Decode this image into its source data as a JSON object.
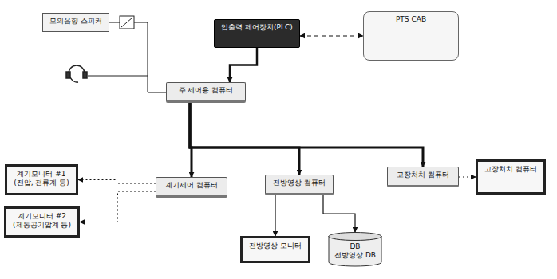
{
  "diagram": {
    "nodes": [
      {
        "text": [
          "입출력 제어장치(PLC)"
        ]
      },
      {
        "text": [
          "PTS CAB"
        ]
      },
      {
        "text": [
          "모의음향 스피커"
        ]
      },
      {
        "text": [
          "주 제어용 컴퓨터"
        ]
      },
      {
        "text": [
          "계기모니터 #1",
          "(전압, 전류계 등)"
        ]
      },
      {
        "text": [
          "계기모니터 #2",
          "(제동공기압계 등)"
        ]
      },
      {
        "text": [
          "계기제어 컴퓨터"
        ]
      },
      {
        "text": [
          "전방영상 컴퓨터"
        ]
      },
      {
        "text": [
          "전방영상 모니터"
        ]
      },
      {
        "text": [
          "DB",
          "전방영상 DB"
        ]
      },
      {
        "text": [
          "고장처치 컴퓨터"
        ]
      },
      {
        "text": [
          "고장처치 컴퓨터"
        ]
      }
    ],
    "edges": [
      {
        "from": 0,
        "to": 1,
        "arrow": "both"
      },
      {
        "from": 0,
        "to": 3,
        "arrow": "to"
      },
      {
        "from": 2,
        "to": 3,
        "arrow": "none"
      },
      {
        "from": 3,
        "to": 6,
        "arrow": "to"
      },
      {
        "from": 3,
        "to": 7,
        "arrow": "to"
      },
      {
        "from": 3,
        "to": 10,
        "arrow": "to"
      },
      {
        "from": 6,
        "to": 4,
        "arrow": "to"
      },
      {
        "from": 6,
        "to": 5,
        "arrow": "to"
      },
      {
        "from": 7,
        "to": 8,
        "arrow": "to"
      },
      {
        "from": 7,
        "to": 9,
        "arrow": "to"
      },
      {
        "from": 10,
        "to": 11,
        "arrow": "to"
      }
    ]
  }
}
